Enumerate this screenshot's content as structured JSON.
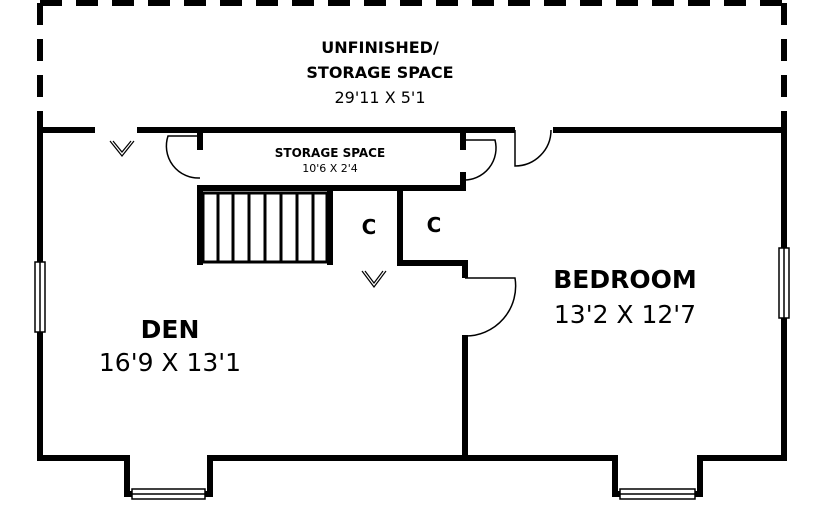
{
  "rooms": {
    "unfinished": {
      "name_line1": "UNFINISHED/",
      "name_line2": "STORAGE SPACE",
      "dims": "29'11 X 5'1"
    },
    "storage": {
      "name": "STORAGE SPACE",
      "dims": "10'6 X 2'4"
    },
    "closet_left": {
      "name": "C"
    },
    "closet_right": {
      "name": "C"
    },
    "den": {
      "name": "DEN",
      "dims": "16'9 X 13'1"
    },
    "bedroom": {
      "name": "BEDROOM",
      "dims": "13'2 X 12'7"
    }
  }
}
